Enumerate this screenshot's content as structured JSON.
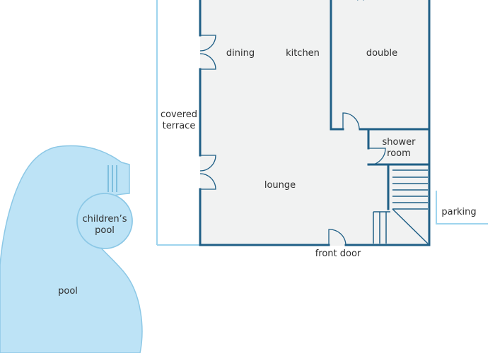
{
  "colors": {
    "background": "#ffffff",
    "floor": "#f1f2f2",
    "wall": "#1f5f86",
    "terrace_line": "#9ed4ee",
    "pool_fill": "#bde3f6",
    "pool_edge": "#8cc8e6",
    "text": "#2e2e2e"
  },
  "rooms": {
    "dining": "dining",
    "kitchen": "kitchen",
    "double": "double",
    "covered_terrace": "covered terrace",
    "shower_room": "shower room",
    "lounge": "lounge",
    "parking": "parking",
    "front_door": "front door"
  },
  "pool": {
    "childrens_pool": "children’s pool",
    "main_pool": "pool"
  },
  "icons": [
    "door-swing-icon",
    "french-door-icon",
    "staircase-icon"
  ]
}
